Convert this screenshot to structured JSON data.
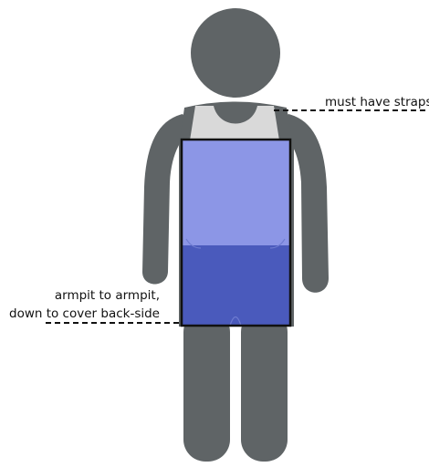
{
  "annotations": {
    "straps": "must have straps",
    "coverage_line1": "armpit to armpit,",
    "coverage_line2": "down to cover back-side"
  },
  "colors": {
    "figure": "#5f6466",
    "tank_top": "#d9d9d9",
    "garment_upper": "#8c96e6",
    "garment_lower": "#4a5abc",
    "outline": "#111111",
    "leader_line": "#111111"
  },
  "icons": {
    "figure": "person-silhouette",
    "garment": "coverage-rectangle"
  }
}
